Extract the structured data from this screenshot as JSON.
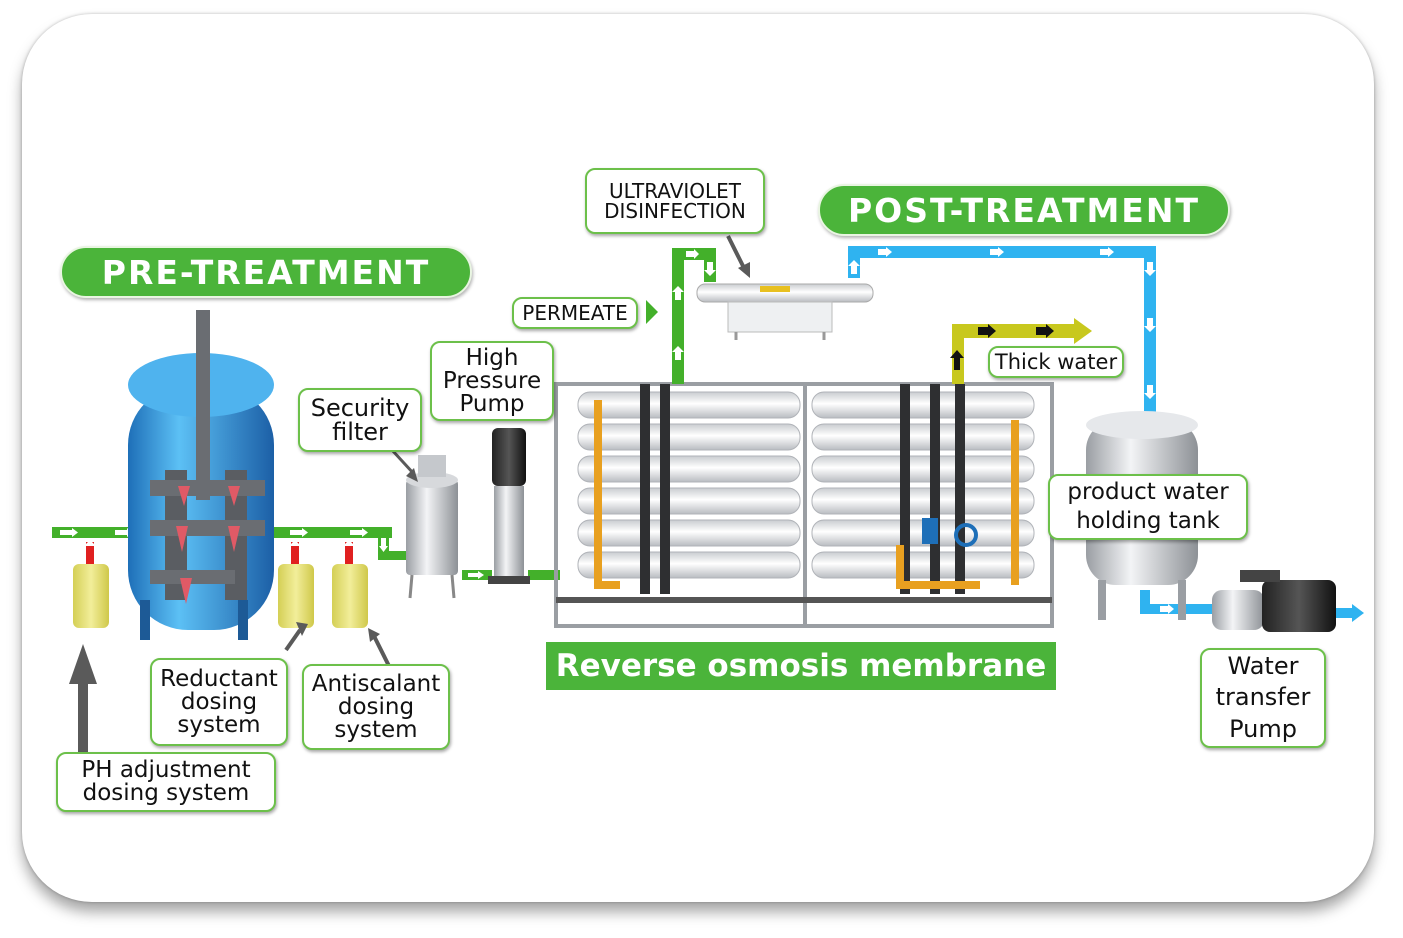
{
  "titles": {
    "pre_treatment": "PRE-TREATMENT",
    "post_treatment": "POST-TREATMENT",
    "ro_membrane": "Reverse osmosis membrane"
  },
  "labels": {
    "ultraviolet": "ULTRAVIOLET\nDISINFECTION",
    "permeate": "PERMEATE",
    "high_pressure_pump": "High\nPressure\nPump",
    "security_filter": "Security\nfilter",
    "thick_water": "Thick water",
    "product_tank": "product water\nholding tank",
    "reductant": "Reductant\ndosing\nsystem",
    "antiscalant": "Antiscalant\ndosing\nsystem",
    "ph_adjustment": "PH adjustment\ndosing system",
    "transfer_pump": "Water\ntransfer\nPump"
  },
  "colors": {
    "green_pipe": "#43b02a",
    "blue_pipe": "#2fb3f0",
    "yellow_pipe": "#c8c81e",
    "tank_blue": "#3aa0e0",
    "dosing_yellow": "#e6e27a",
    "label_border": "#6cc04a"
  }
}
